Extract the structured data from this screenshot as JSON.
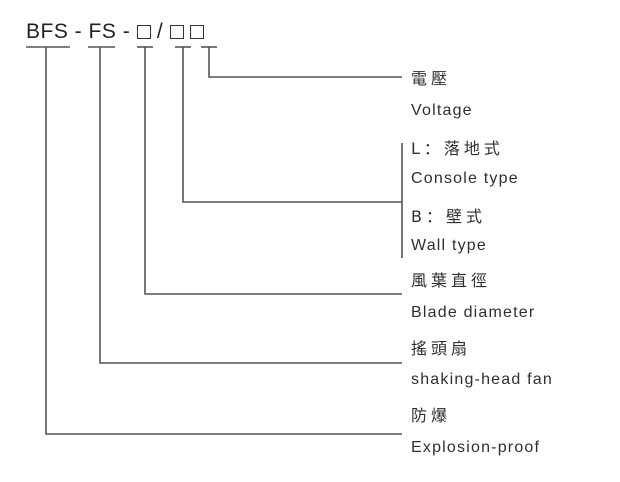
{
  "code": {
    "part1": "BFS",
    "sep1": " - ",
    "part2": "FS",
    "sep2": " - ",
    "slash": " / ",
    "placeholder_symbol": "□"
  },
  "labels": [
    {
      "zh": "電壓",
      "en": "Voltage"
    },
    {
      "zh": "L：落地式",
      "en": "Console type"
    },
    {
      "zh": "B：壁式",
      "en": "Wall type"
    },
    {
      "zh": "風葉直徑",
      "en": "Blade diameter"
    },
    {
      "zh": "搖頭扇",
      "en": "shaking-head fan"
    },
    {
      "zh": "防爆",
      "en": "Explosion-proof"
    }
  ]
}
